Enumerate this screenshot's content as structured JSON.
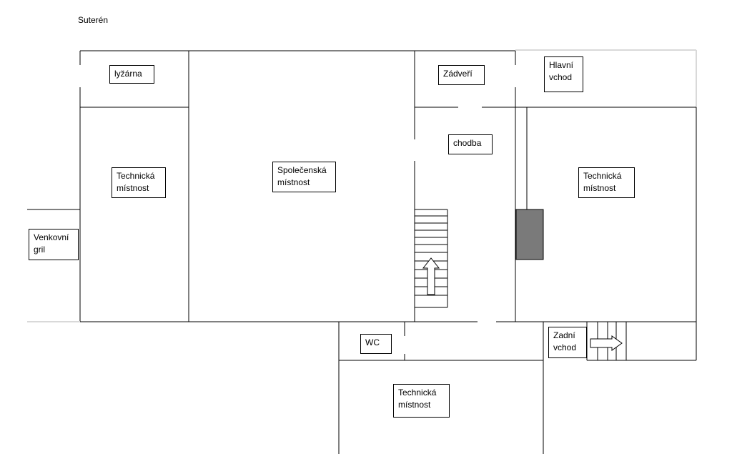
{
  "title": "Suterén",
  "rooms": {
    "lyzarna": "lyžárna",
    "tech_left": "Technická\nmístnost",
    "spolecenska": "Společenská\nmístnost",
    "zadveri": "Zádveří",
    "hlavni_vchod": "Hlavní\nvchod",
    "chodba": "chodba",
    "tech_right": "Technická\nmístnost",
    "venkovni_gril": "Venkovní\ngril",
    "wc": "WC",
    "zadni_vchod": "Zadní\nvchod",
    "tech_bottom": "Technická\nmístnost"
  },
  "colors": {
    "wall": "#000000",
    "column": "#7a7a7a",
    "faint_wall": "#d9d9d9"
  }
}
